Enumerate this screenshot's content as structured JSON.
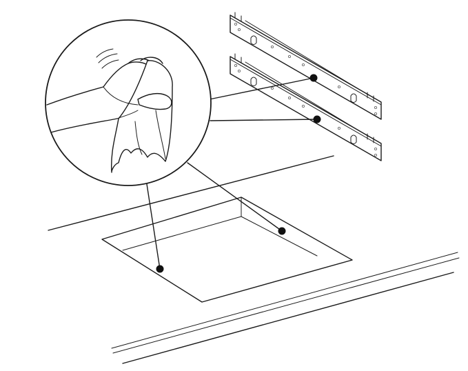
{
  "figure": {
    "type": "installation-illustration",
    "colors": {
      "background": "#ffffff",
      "line": "#1a1a1a",
      "callout_dot": "#111111"
    },
    "icons": [
      "hand-wiping-cloth-icon",
      "mounting-bracket-icon",
      "countertop-cutout-icon",
      "callout-dot-icon"
    ],
    "bracket_count": 2,
    "callout_count": 4
  }
}
